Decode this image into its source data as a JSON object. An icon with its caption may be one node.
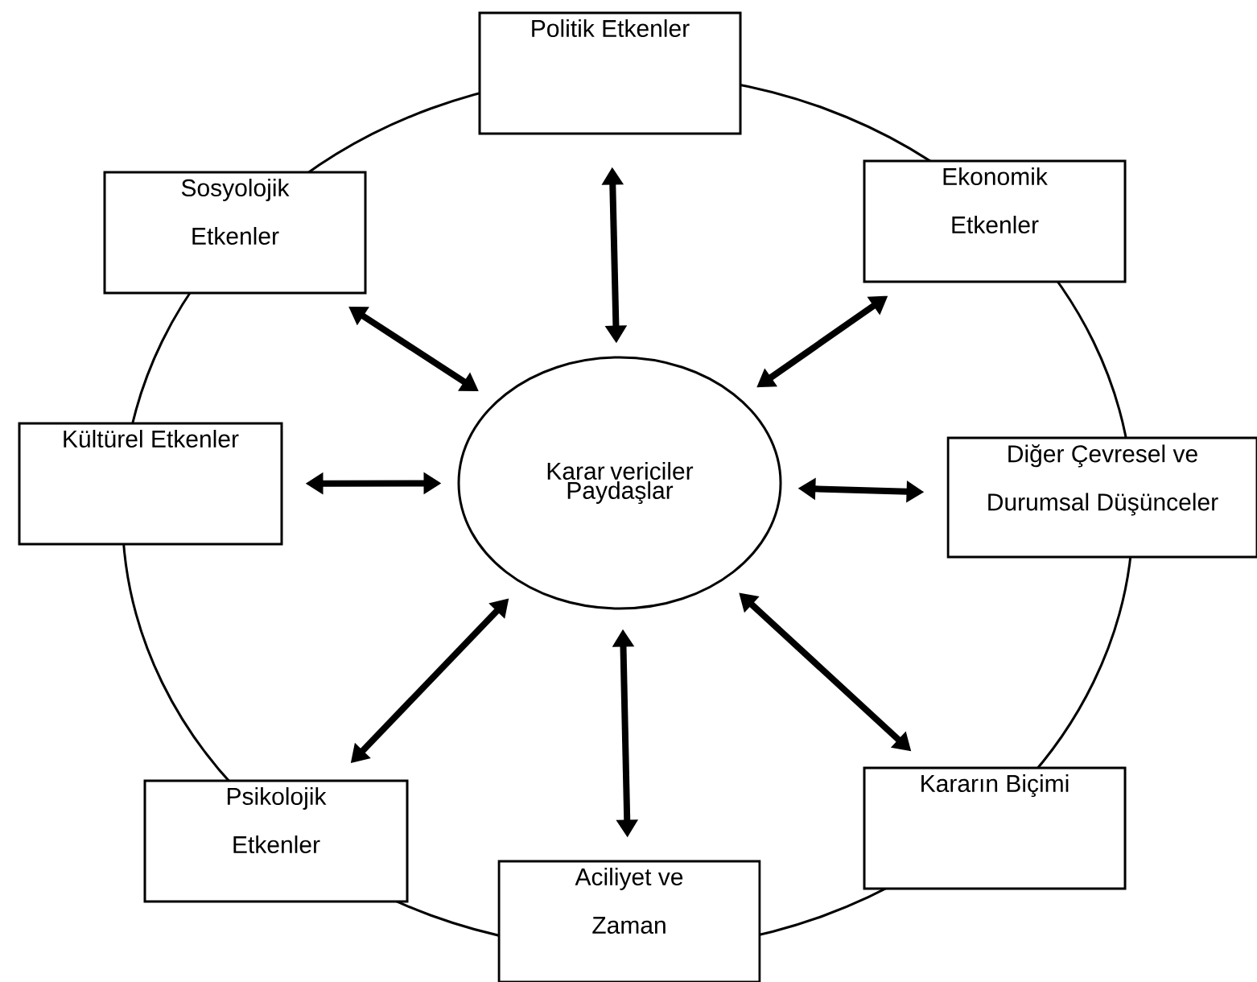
{
  "diagram": {
    "nodes": [
      {
        "text": [
          "Politik Etkenler"
        ]
      },
      {
        "text": [
          "Sosyolojik Etkenler"
        ]
      },
      {
        "text": [
          "Ekonomik Etkenler"
        ]
      },
      {
        "text": [
          "Kültürel Etkenler"
        ]
      },
      {
        "text": [
          "Karar vericiler Paydaşlar"
        ]
      },
      {
        "text": [
          "Diğer Çevresel ve Durumsal Düşünceler"
        ]
      },
      {
        "text": [
          "Kararın Biçimi"
        ]
      },
      {
        "text": [
          "Psikolojik Etkenler"
        ]
      },
      {
        "text": [
          "Aciliyet ve Zaman"
        ]
      }
    ],
    "edges": [
      {
        "from": 4,
        "to": 0,
        "arrow": "both"
      },
      {
        "from": 4,
        "to": 1,
        "arrow": "both"
      },
      {
        "from": 4,
        "to": 2,
        "arrow": "both"
      },
      {
        "from": 4,
        "to": 3,
        "arrow": "both"
      },
      {
        "from": 4,
        "to": 5,
        "arrow": "both"
      },
      {
        "from": 4,
        "to": 6,
        "arrow": "both"
      },
      {
        "from": 4,
        "to": 7,
        "arrow": "both"
      },
      {
        "from": 4,
        "to": 8,
        "arrow": "both"
      }
    ]
  }
}
